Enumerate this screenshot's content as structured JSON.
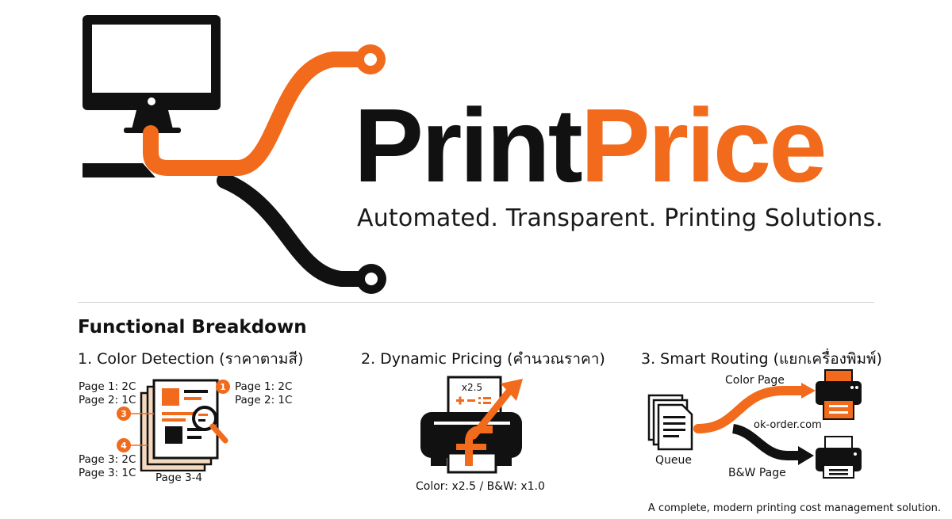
{
  "brand": {
    "name_part1": "Print",
    "name_part2": "Price"
  },
  "tagline": "Automated. Transparent. Printing Solutions.",
  "section_title": "Functional Breakdown",
  "colors": {
    "accent": "#f26a1b",
    "dark": "#111111",
    "paper": "#f3d9bf"
  },
  "features": [
    {
      "title": "1. Color Detection (ราคาตามสี)",
      "left_labels": [
        "Page 1: 2C",
        "Page 2: 1C"
      ],
      "right_labels": [
        "Page 1: 2C",
        "Page 2: 1C"
      ],
      "bottom_labels": [
        "Page 3: 2C",
        "Page 3: 1C"
      ],
      "stack_label": "Page 3-4",
      "markers": [
        "1",
        "3",
        "4"
      ],
      "icons": [
        "document-stack-icon",
        "magnifier-icon"
      ]
    },
    {
      "title": "2. Dynamic Pricing (คำนวณราคา)",
      "multiplier": "x2.5",
      "caption": "Color: x2.5 / B&W: x1.0",
      "icons": [
        "printer-icon",
        "calculator-icon",
        "trend-arrow-icon"
      ]
    },
    {
      "title": "3. Smart Routing (แยกเครื่องพิมพ์)",
      "queue_label": "Queue",
      "color_label": "Color Page",
      "bw_label": "B&W Page",
      "site": "ok-order.com",
      "icons": [
        "queue-documents-icon",
        "color-printer-icon",
        "bw-printer-icon"
      ]
    }
  ],
  "footer": "A complete, modern printing cost management solution."
}
